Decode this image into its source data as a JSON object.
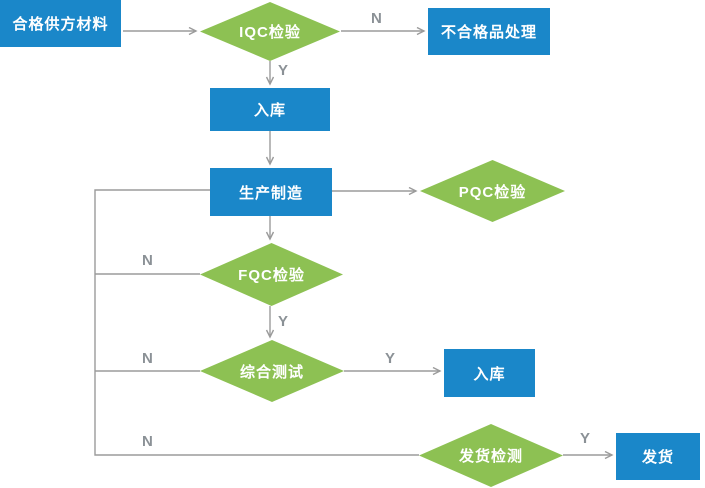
{
  "colors": {
    "process-fill": "#1a87c9",
    "decision-fill": "#8dc153",
    "connector": "#9b9b9b",
    "edge-label": "#8b9196",
    "node-text": "#ffffff",
    "background": "#ffffff"
  },
  "nodes": {
    "supplier_materials": {
      "label": "合格供方材料",
      "type": "process"
    },
    "iqc_inspection": {
      "label": "IQC检验",
      "type": "decision"
    },
    "nonconforming_handling": {
      "label": "不合格品处理",
      "type": "process"
    },
    "warehouse_in_1": {
      "label": "入库",
      "type": "process"
    },
    "production": {
      "label": "生产制造",
      "type": "process"
    },
    "pqc_inspection": {
      "label": "PQC检验",
      "type": "decision"
    },
    "fqc_inspection": {
      "label": "FQC检验",
      "type": "decision"
    },
    "integrated_test": {
      "label": "综合测试",
      "type": "decision"
    },
    "warehouse_in_2": {
      "label": "入库",
      "type": "process"
    },
    "shipping_inspection": {
      "label": "发货检测",
      "type": "decision"
    },
    "shipping": {
      "label": "发货",
      "type": "process"
    }
  },
  "edge_labels": {
    "iqc_no": "N",
    "iqc_yes": "Y",
    "fqc_no": "N",
    "fqc_yes": "Y",
    "test_no": "N",
    "test_yes": "Y",
    "shipping_no": "N",
    "shipping_yes": "Y"
  }
}
